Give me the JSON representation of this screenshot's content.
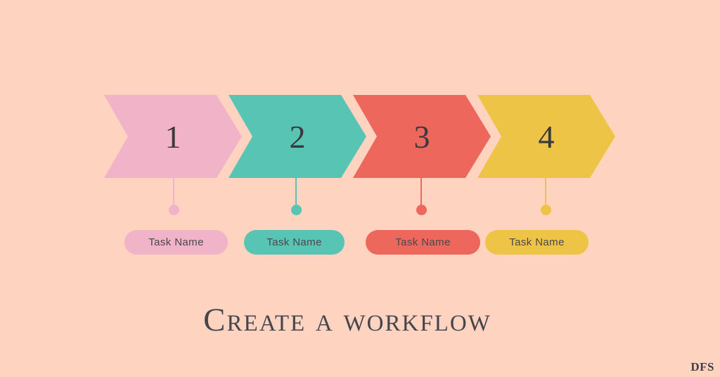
{
  "canvas": {
    "background": "#FED3BF"
  },
  "title": {
    "text": "Create a workflow",
    "color": "#46464E"
  },
  "watermark": {
    "text": "DFS",
    "color": "#3F3F47"
  },
  "number_color": "#3A3A3E",
  "pill_text_color": "#4A484C",
  "steps": [
    {
      "number": "1",
      "task_label": "Task Name",
      "color": "#F1B3C8"
    },
    {
      "number": "2",
      "task_label": "Task Name",
      "color": "#57C4B4"
    },
    {
      "number": "3",
      "task_label": "Task Name",
      "color": "#ED675C"
    },
    {
      "number": "4",
      "task_label": "Task Name",
      "color": "#EEC446"
    }
  ]
}
